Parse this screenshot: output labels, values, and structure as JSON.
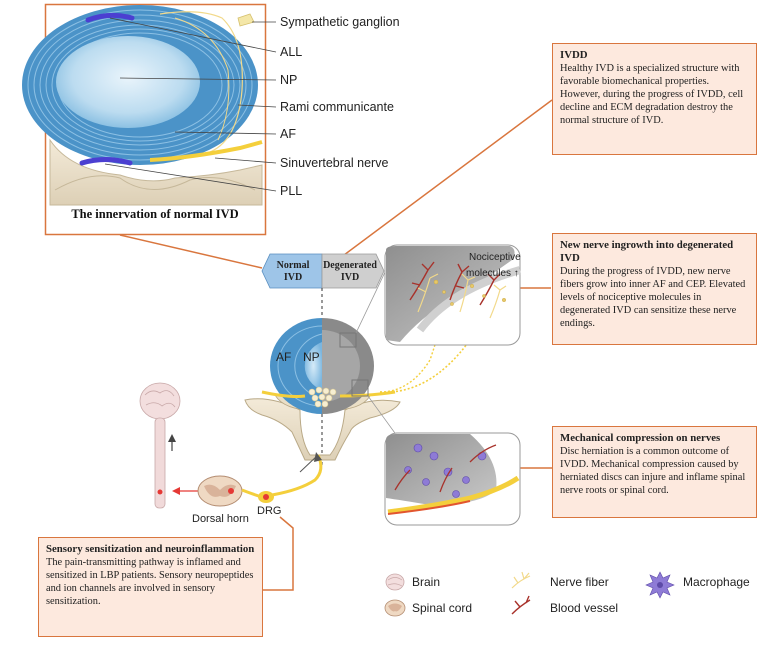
{
  "normal_panel": {
    "caption": "The innervation of  normal IVD",
    "labels": {
      "sympathetic_ganglion": "Sympathetic ganglion",
      "all": "ALL",
      "np": "NP",
      "rami": "Rami communicante",
      "af": "AF",
      "sinuvertebral": "Sinuvertebral nerve",
      "pll": "PLL"
    }
  },
  "toggle": {
    "normal": "Normal\nIVD",
    "normal_l1": "Normal",
    "normal_l2": "IVD",
    "degen_l1": "Degenerated",
    "degen_l2": "IVD"
  },
  "disc_labels": {
    "af": "AF",
    "np": "NP"
  },
  "inset_top": {
    "label_l1": "Nociceptive",
    "label_l2": "molecules ↑"
  },
  "pathway": {
    "dorsal_horn": "Dorsal horn",
    "drg": "DRG"
  },
  "boxes": {
    "ivdd": {
      "title": "IVDD",
      "text": "Healthy IVD is a specialized structure with favorable biomechanical properties. However, during the progress of IVDD, cell decline and ECM degradation destroy the normal structure of IVD."
    },
    "ingrowth": {
      "title": "New nerve ingrowth into degenerated IVD",
      "text": "During the progress of IVDD, new nerve fibers grow into inner AF and CEP. Elevated levels of nociceptive molecules in degenerated IVD can sensitize these nerve endings."
    },
    "compression": {
      "title": "Mechanical compression on nerves",
      "text": "Disc herniation is a common outcome of IVDD. Mechanical compression caused by herniated discs can injure and inflame spinal nerve roots or spinal cord."
    },
    "sensory": {
      "title": "Sensory sensitization and neuroinflammation",
      "text": "The pain-transmitting pathway is inflamed and sensitized in LBP patients. Sensory neuropeptides and ion channels are involved in sensory sensitization."
    }
  },
  "legend": {
    "brain": "Brain",
    "spinal_cord": "Spinal cord",
    "nerve_fiber": "Nerve fiber",
    "blood_vessel": "Blood vessel",
    "macrophage": "Macrophage"
  },
  "colors": {
    "accent": "#d9763e",
    "box_fill": "#fde9de",
    "normal_blue": "#6fa8dc",
    "degen_gray": "#c9c9c9",
    "nerve_yellow": "#f4cf3c",
    "vessel_red": "#a8322b"
  }
}
